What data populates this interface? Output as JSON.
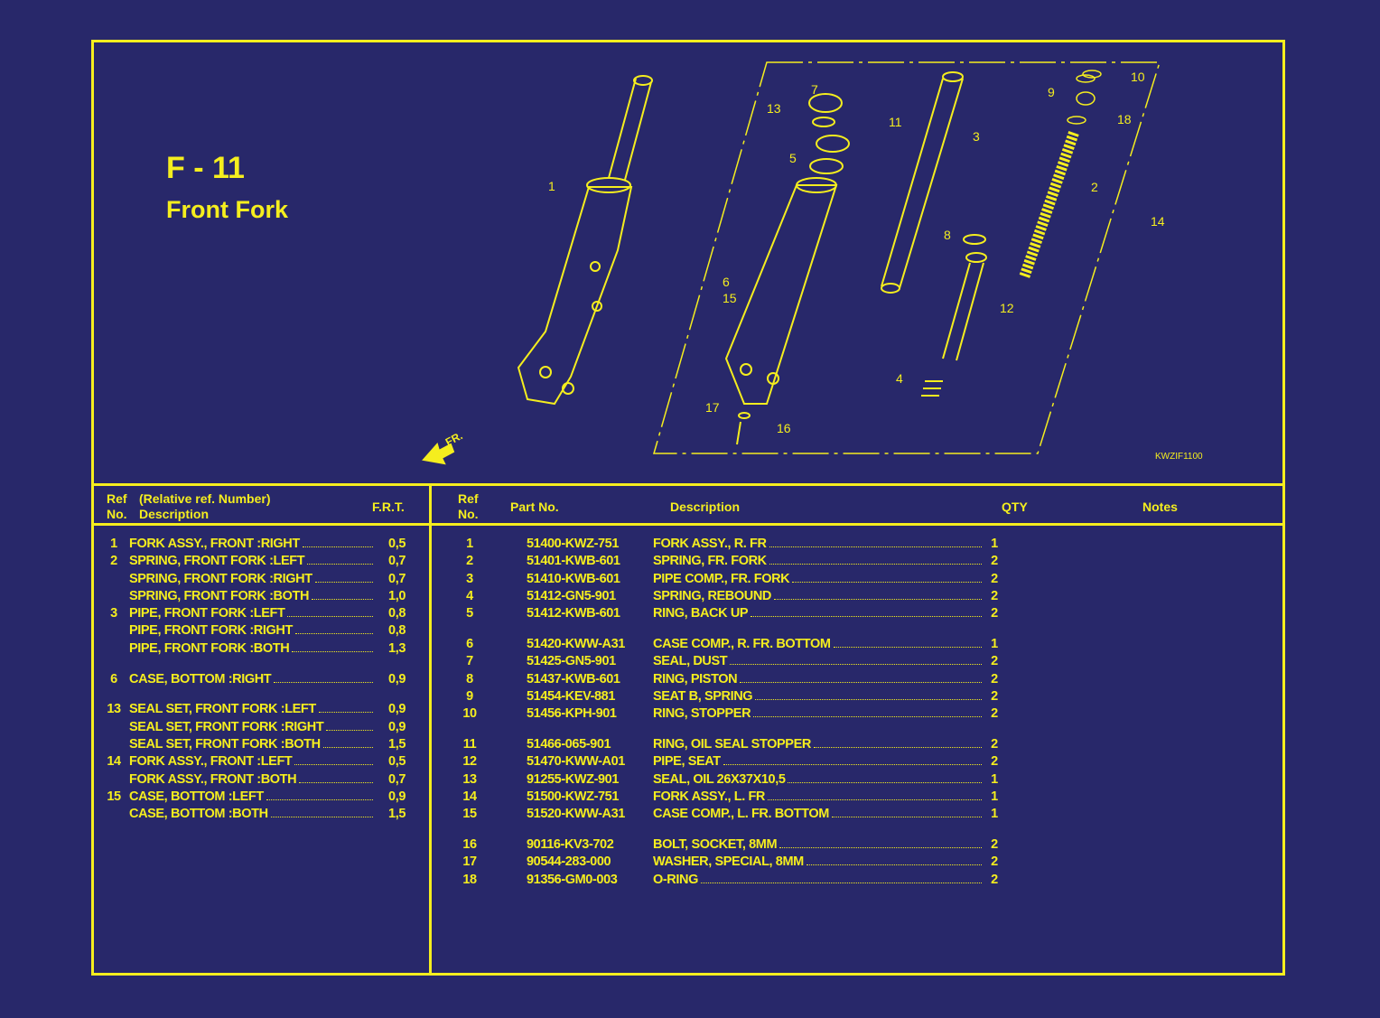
{
  "figure": {
    "number": "F - 11",
    "title": "Front Fork",
    "code": "KWZIF1100",
    "direction_label": "FR."
  },
  "diagram": {
    "callouts": [
      "1",
      "2",
      "3",
      "4",
      "5",
      "6",
      "15",
      "7",
      "8",
      "9",
      "10",
      "11",
      "12",
      "13",
      "14",
      "16",
      "17",
      "18"
    ]
  },
  "left_table": {
    "headers": {
      "ref": "Ref",
      "no": "No.",
      "relative": "(Relative ref. Number)",
      "description": "Description",
      "frt": "F.R.T."
    },
    "groups": [
      [
        {
          "ref": "1",
          "desc": "FORK ASSY., FRONT :RIGHT",
          "frt": "0,5"
        },
        {
          "ref": "2",
          "desc": "SPRING, FRONT FORK :LEFT",
          "frt": "0,7"
        },
        {
          "ref": "",
          "desc": "SPRING, FRONT FORK :RIGHT",
          "frt": "0,7"
        },
        {
          "ref": "",
          "desc": "SPRING, FRONT FORK :BOTH",
          "frt": "1,0"
        },
        {
          "ref": "3",
          "desc": "PIPE, FRONT FORK :LEFT",
          "frt": "0,8"
        },
        {
          "ref": "",
          "desc": "PIPE, FRONT FORK :RIGHT",
          "frt": "0,8"
        },
        {
          "ref": "",
          "desc": "PIPE, FRONT FORK :BOTH",
          "frt": "1,3"
        }
      ],
      [
        {
          "ref": "6",
          "desc": "CASE, BOTTOM :RIGHT",
          "frt": "0,9"
        }
      ],
      [
        {
          "ref": "13",
          "desc": "SEAL SET, FRONT FORK :LEFT",
          "frt": "0,9"
        },
        {
          "ref": "",
          "desc": "SEAL SET, FRONT FORK :RIGHT",
          "frt": "0,9"
        },
        {
          "ref": "",
          "desc": "SEAL SET, FRONT FORK :BOTH",
          "frt": "1,5"
        },
        {
          "ref": "14",
          "desc": "FORK ASSY., FRONT :LEFT",
          "frt": "0,5"
        },
        {
          "ref": "",
          "desc": "FORK ASSY., FRONT :BOTH",
          "frt": "0,7"
        },
        {
          "ref": "15",
          "desc": "CASE, BOTTOM :LEFT",
          "frt": "0,9"
        },
        {
          "ref": "",
          "desc": "CASE, BOTTOM :BOTH",
          "frt": "1,5"
        }
      ]
    ]
  },
  "right_table": {
    "headers": {
      "ref": "Ref",
      "no": "No.",
      "part_no": "Part No.",
      "description": "Description",
      "qty": "QTY",
      "notes": "Notes"
    },
    "groups": [
      [
        {
          "ref": "1",
          "part": "51400-KWZ-751",
          "desc": "FORK ASSY., R. FR",
          "qty": "1"
        },
        {
          "ref": "2",
          "part": "51401-KWB-601",
          "desc": "SPRING, FR. FORK",
          "qty": "2"
        },
        {
          "ref": "3",
          "part": "51410-KWB-601",
          "desc": "PIPE COMP., FR. FORK",
          "qty": "2"
        },
        {
          "ref": "4",
          "part": "51412-GN5-901",
          "desc": "SPRING, REBOUND",
          "qty": "2"
        },
        {
          "ref": "5",
          "part": "51412-KWB-601",
          "desc": "RING, BACK UP",
          "qty": "2"
        }
      ],
      [
        {
          "ref": "6",
          "part": "51420-KWW-A31",
          "desc": "CASE COMP., R. FR. BOTTOM",
          "qty": "1"
        },
        {
          "ref": "7",
          "part": "51425-GN5-901",
          "desc": "SEAL, DUST",
          "qty": "2"
        },
        {
          "ref": "8",
          "part": "51437-KWB-601",
          "desc": "RING, PISTON",
          "qty": "2"
        },
        {
          "ref": "9",
          "part": "51454-KEV-881",
          "desc": "SEAT B, SPRING",
          "qty": "2"
        },
        {
          "ref": "10",
          "part": "51456-KPH-901",
          "desc": "RING, STOPPER",
          "qty": "2"
        }
      ],
      [
        {
          "ref": "11",
          "part": "51466-065-901",
          "desc": "RING, OIL SEAL STOPPER",
          "qty": "2"
        },
        {
          "ref": "12",
          "part": "51470-KWW-A01",
          "desc": "PIPE, SEAT",
          "qty": "2"
        },
        {
          "ref": "13",
          "part": "91255-KWZ-901",
          "desc": "SEAL, OIL 26X37X10,5",
          "qty": "1"
        },
        {
          "ref": "14",
          "part": "51500-KWZ-751",
          "desc": "FORK ASSY., L. FR",
          "qty": "1"
        },
        {
          "ref": "15",
          "part": "51520-KWW-A31",
          "desc": "CASE COMP., L. FR. BOTTOM",
          "qty": "1"
        }
      ],
      [
        {
          "ref": "16",
          "part": "90116-KV3-702",
          "desc": "BOLT, SOCKET, 8MM",
          "qty": "2"
        },
        {
          "ref": "17",
          "part": "90544-283-000",
          "desc": "WASHER, SPECIAL, 8MM",
          "qty": "2"
        },
        {
          "ref": "18",
          "part": "91356-GM0-003",
          "desc": "O-RING",
          "qty": "2"
        }
      ]
    ]
  },
  "colors": {
    "background": "#28286a",
    "ink": "#f5ee1e"
  }
}
